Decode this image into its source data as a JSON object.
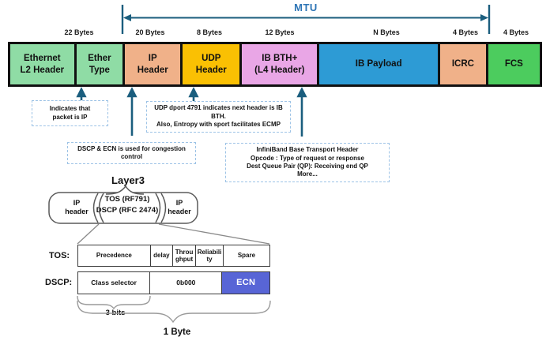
{
  "colors": {
    "eth_green": "#8fdca5",
    "ip_salmon": "#f0b189",
    "udp_gold": "#fac003",
    "bth_pink": "#e9a6e6",
    "payload_blue": "#2d9bd5",
    "fcs_green": "#4ccc5e",
    "icrc_salmon": "#f0b189",
    "ecn_blue": "#5865d6",
    "arrow_teal": "#1b5e7e",
    "mtu_text_blue": "#2e75b6",
    "annotation_border_blue": "#9dc3e6"
  },
  "mtu_label": "MTU",
  "byte_labels": [
    "22 Bytes",
    "20 Bytes",
    "8 Bytes",
    "12 Bytes",
    "N Bytes",
    "4 Bytes",
    "4 Bytes"
  ],
  "packet": {
    "segments": [
      {
        "label": "Ethernet\nL2 Header",
        "color": "#8fdca5"
      },
      {
        "label": "Ether\nType",
        "color": "#8fdca5"
      },
      {
        "label": "IP\nHeader",
        "color": "#f0b189"
      },
      {
        "label": "UDP\nHeader",
        "color": "#fac003"
      },
      {
        "label": "IB BTH+\n(L4 Header)",
        "color": "#e9a6e6"
      },
      {
        "label": "IB Payload",
        "color": "#2d9bd5"
      },
      {
        "label": "ICRC",
        "color": "#f0b189"
      },
      {
        "label": "FCS",
        "color": "#4ccc5e"
      }
    ]
  },
  "annotations": {
    "ip": "Indicates that\npacket is IP",
    "udp": "UDP dport 4791 indicates next header is IB\nBTH.\nAlso, Entropy with sport facilitates ECMP",
    "dscp": "DSCP & ECN is used for congestion\ncontrol",
    "bth": "InfiniBand Base Transport Header\nOpcode : Type of request or response\nDest Queue Pair (QP): Receiving end QP\nMore..."
  },
  "layer3": {
    "title": "Layer3",
    "left_segment": "IP\nheader",
    "middle_top": "TOS (RF791)",
    "middle_bottom": "DSCP (RFC 2474)",
    "right_segment": "IP\nheader"
  },
  "tos_row": {
    "label": "TOS:",
    "cells": [
      "Precedence",
      "delay",
      "Throughput",
      "Reliability",
      "Spare"
    ]
  },
  "dscp_row": {
    "label": "DSCP:",
    "cells": [
      "Class selector",
      "0b000",
      "ECN"
    ]
  },
  "measures": {
    "bits3": "3 bits",
    "byte1": "1 Byte"
  }
}
